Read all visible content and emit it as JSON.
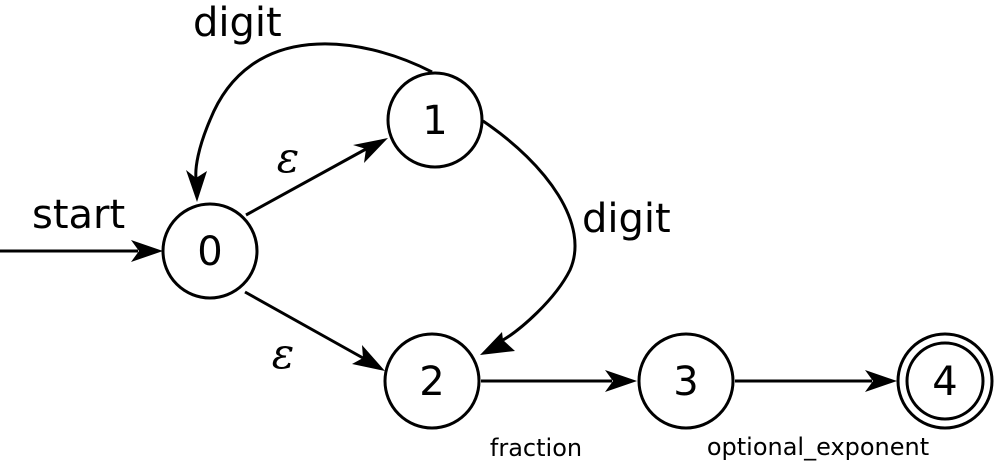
{
  "states": [
    {
      "id": "0",
      "label": "0",
      "accepting": false
    },
    {
      "id": "1",
      "label": "1",
      "accepting": false
    },
    {
      "id": "2",
      "label": "2",
      "accepting": false
    },
    {
      "id": "3",
      "label": "3",
      "accepting": false
    },
    {
      "id": "4",
      "label": "4",
      "accepting": true
    }
  ],
  "transitions": [
    {
      "from": "start",
      "to": "0",
      "label": "start"
    },
    {
      "from": "0",
      "to": "1",
      "label": "ε"
    },
    {
      "from": "0",
      "to": "2",
      "label": "ε"
    },
    {
      "from": "1",
      "to": "0",
      "label": "digit"
    },
    {
      "from": "1",
      "to": "2",
      "label": "digit"
    },
    {
      "from": "2",
      "to": "3",
      "label": "fraction"
    },
    {
      "from": "3",
      "to": "4",
      "label": "optional_exponent"
    }
  ]
}
